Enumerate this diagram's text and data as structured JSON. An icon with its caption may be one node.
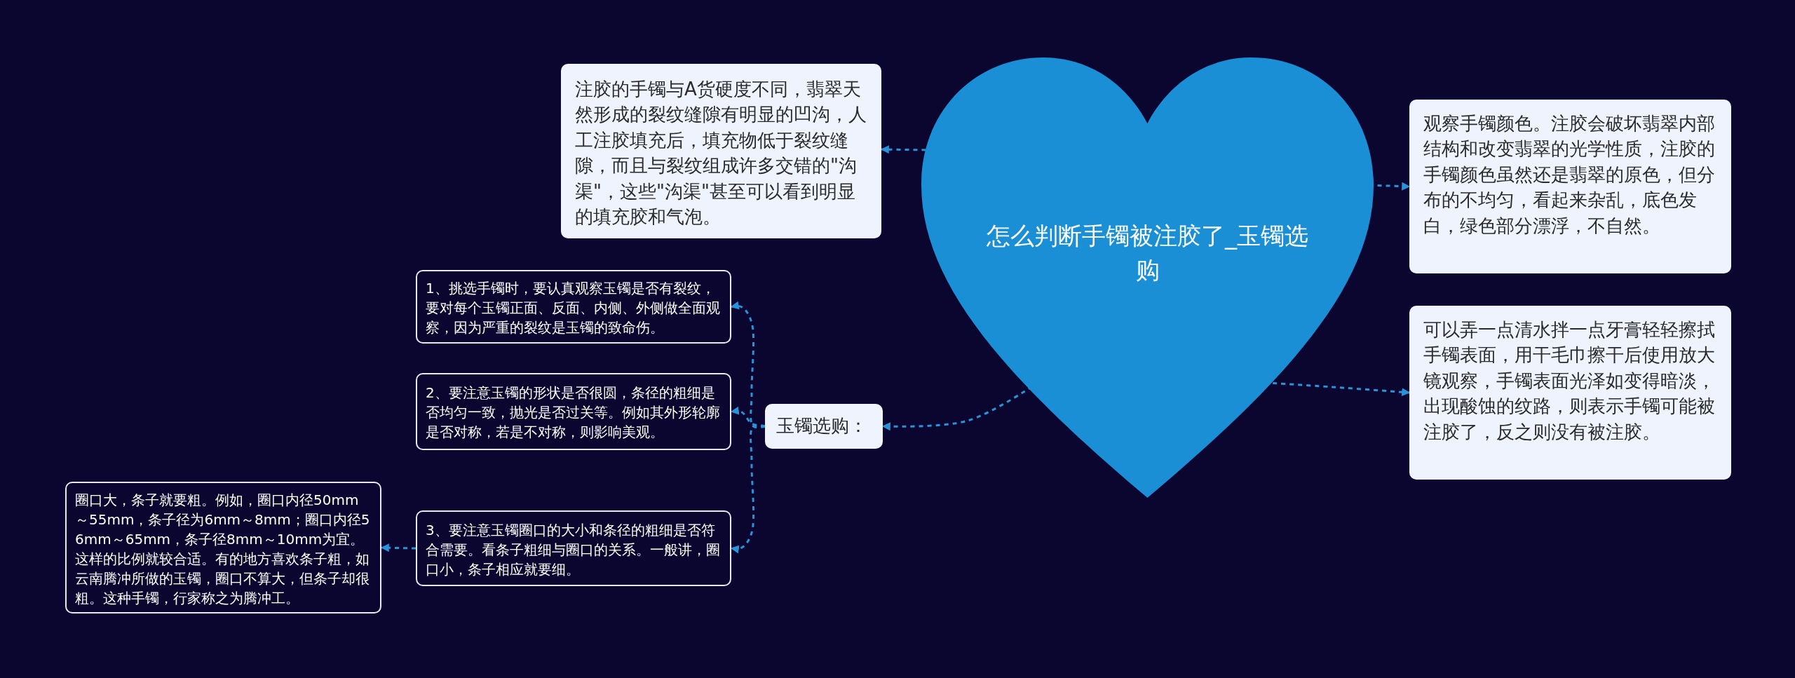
{
  "diagram": {
    "nodes": [
      {
        "text": [
          "怎么判断手镯被注胶了_玉镯选购"
        ]
      },
      {
        "text": [
          "注胶的手镯与A货硬度不同，翡翠天然形成的裂纹缝隙有明显的凹沟，人工注胶填充后，填充物低于裂纹缝隙，而且与裂纹组成许多交错的\"沟渠\"，这些\"沟渠\"甚至可以看到明显的填充胶和气泡。"
        ]
      },
      {
        "text": [
          "观察手镯颜色。注胶会破坏翡翠内部结构和改变翡翠的光学性质，注胶的手镯颜色虽然还是翡翠的原色，但分布的不均匀，看起来杂乱，底色发白，绿色部分漂浮，不自然。"
        ]
      },
      {
        "text": [
          "可以弄一点清水拌一点牙膏轻轻擦拭手镯表面，用干毛巾擦干后使用放大镜观察，手镯表面光泽如变得暗淡，出现酸蚀的纹路，则表示手镯可能被注胶了，反之则没有被注胶。"
        ]
      },
      {
        "text": [
          "玉镯选购："
        ]
      },
      {
        "text": [
          "1、挑选手镯时，要认真观察玉镯是否有裂纹，要对每个玉镯正面、反面、内侧、外侧做全面观察，因为严重的裂纹是玉镯的致命伤。"
        ]
      },
      {
        "text": [
          "2、要注意玉镯的形状是否很圆，条径的粗细是否均匀一致，抛光是否过关等。例如其外形轮廓是否对称，若是不对称，则影响美观。"
        ]
      },
      {
        "text": [
          "3、要注意玉镯圈口的大小和条径的粗细是否符合需要。看条子粗细与圈口的关系。一般讲，圈口小，条子相应就要细。"
        ]
      },
      {
        "text": [
          "圈口大，条子就要粗。例如，圈口内径50mm～55mm，条子径为6mm～8mm；圈口内径56mm～65mm，条子径8mm～10mm为宜。这样的比例就较合适。有的地方喜欢条子粗，如云南腾冲所做的玉镯，圈口不算大，但条子却很粗。这种手镯，行家称之为腾冲工。"
        ]
      }
    ],
    "edges": [
      {
        "from": 0,
        "to": 1,
        "arrow": "to",
        "style": "dashed"
      },
      {
        "from": 0,
        "to": 2,
        "arrow": "to",
        "style": "dashed"
      },
      {
        "from": 0,
        "to": 3,
        "arrow": "to",
        "style": "dashed"
      },
      {
        "from": 0,
        "to": 4,
        "arrow": "to",
        "style": "dashed"
      },
      {
        "from": 4,
        "to": 5,
        "arrow": "to",
        "style": "dashed"
      },
      {
        "from": 4,
        "to": 6,
        "arrow": "to",
        "style": "dashed"
      },
      {
        "from": 4,
        "to": 7,
        "arrow": "to",
        "style": "dashed"
      },
      {
        "from": 7,
        "to": 8,
        "arrow": "to",
        "style": "dashed"
      }
    ]
  }
}
